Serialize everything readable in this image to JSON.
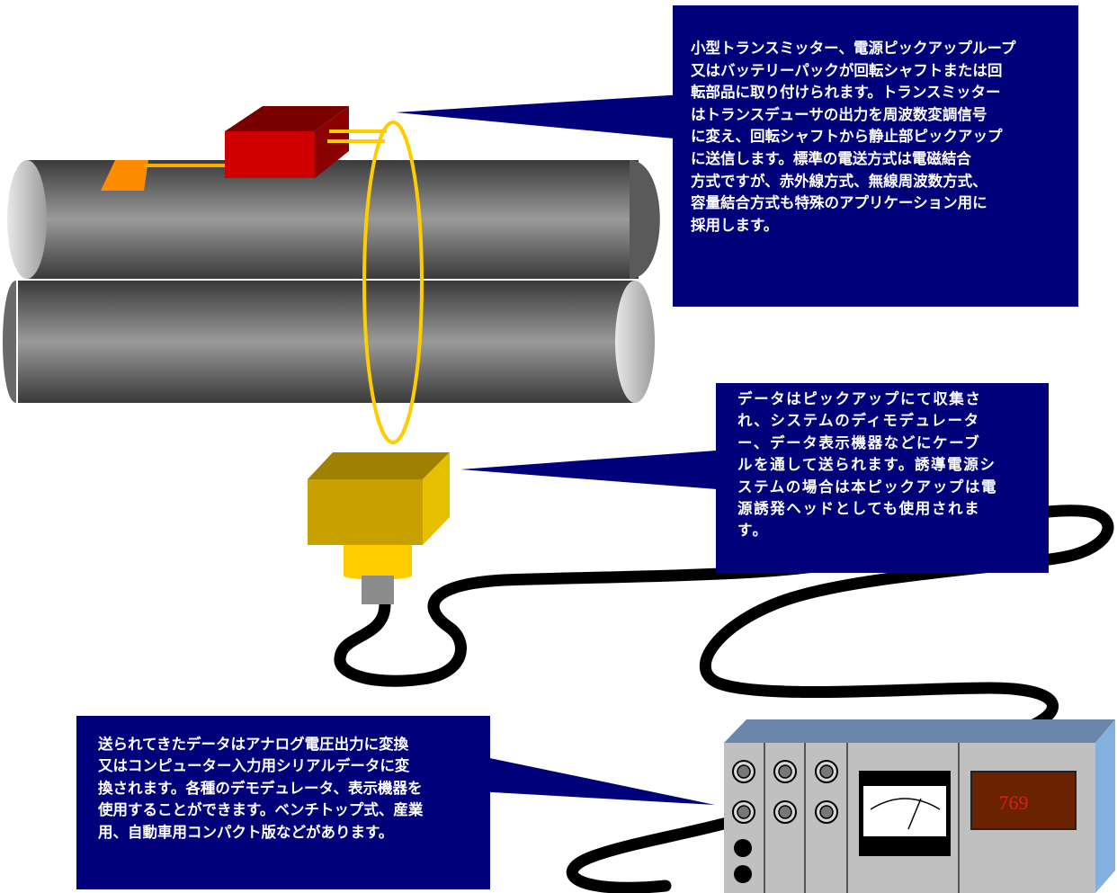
{
  "callouts": {
    "transmitter": "小型トランスミッター、電源ピックアップループ\n又はバッテリーパックが回転シャフトまたは回\n転部品に取り付けられます。トランスミッター\nはトランスデューサの出力を周波数変調信号\nに変え、回転シャフトから静止部ピックアップ\nに送信します。標準の電送方式は電磁結合\n方式ですが、赤外線方式、無線周波数方式、\n容量結合方式も特殊のアプリケーション用に\n採用します。",
    "pickup": "データはピックアップにて収集さ\nれ、システムのディモデュレータ\nー、データ表示機器などにケーブ\nルを通して送られます。誘導電源シ\nステムの場合は本ピックアップは電\n源誘発ヘッドとしても使用されま\nす。",
    "output": "送られてきたデータはアナログ電圧出力に変換\n又はコンピューター入力用シリアルデータに変\n換されます。各種のデモデュレータ、表示機器を\n使用することができます。ベンチトップ式、産業\n用、自動車用コンパクト版などがあります。"
  },
  "display": {
    "readout": "769",
    "readout_color": "#d62020",
    "panel_color": "#6b2200"
  },
  "colors": {
    "callout_bg": "#00007a",
    "shaft_dark": "#3c3c3c",
    "shaft_light": "#9a9a9a",
    "transmitter": "#cc0000",
    "gauge_patch": "#ff8c00",
    "loop": "#ffcc00",
    "pickup_head": "#c8a000",
    "cable": "#000000",
    "instrument_panel": "#c0c0c0",
    "instrument_top": "#6b86a8",
    "instrument_side": "#84b0e0"
  },
  "icons": {
    "transmitter": "red-box-icon",
    "pickup": "pickup-head-icon",
    "meter": "analog-meter-icon"
  }
}
